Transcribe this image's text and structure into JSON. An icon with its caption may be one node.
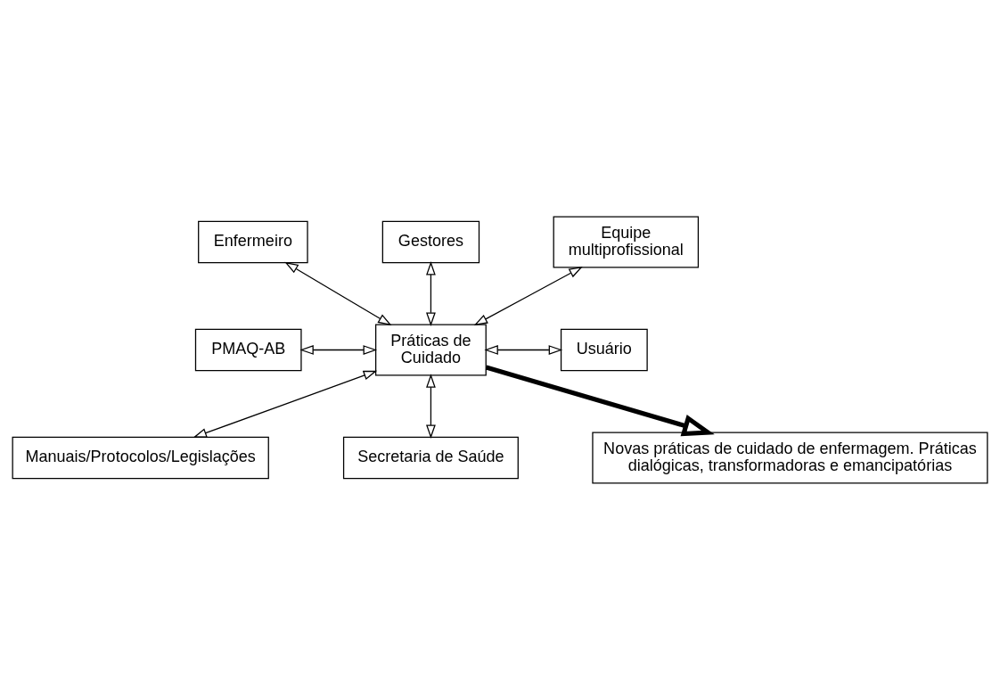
{
  "diagram": {
    "nodes": [
      {
        "text": [
          "Enfermeiro"
        ]
      },
      {
        "text": [
          "Gestores"
        ]
      },
      {
        "text": [
          "Equipe multiprofissional"
        ]
      },
      {
        "text": [
          "PMAQ-AB"
        ]
      },
      {
        "text": [
          "Práticas de Cuidado"
        ]
      },
      {
        "text": [
          "Usuário"
        ]
      },
      {
        "text": [
          "Manuais/Protocolos/Legislações"
        ]
      },
      {
        "text": [
          "Secretaria de Saúde"
        ]
      },
      {
        "text": [
          "Novas práticas de cuidado de enfermagem. Práticas dialógicas, transformadoras e emancipatórias"
        ]
      }
    ],
    "edges": [
      {
        "from": 1,
        "to": 4,
        "arrow": "both"
      },
      {
        "from": 0,
        "to": 4,
        "arrow": "both"
      },
      {
        "from": 2,
        "to": 4,
        "arrow": "both"
      },
      {
        "from": 3,
        "to": 4,
        "arrow": "both"
      },
      {
        "from": 4,
        "to": 5,
        "arrow": "both"
      },
      {
        "from": 4,
        "to": 6,
        "arrow": "both"
      },
      {
        "from": 4,
        "to": 7,
        "arrow": "both"
      },
      {
        "from": 4,
        "to": 8,
        "arrow": "to",
        "style": "thick"
      }
    ]
  }
}
